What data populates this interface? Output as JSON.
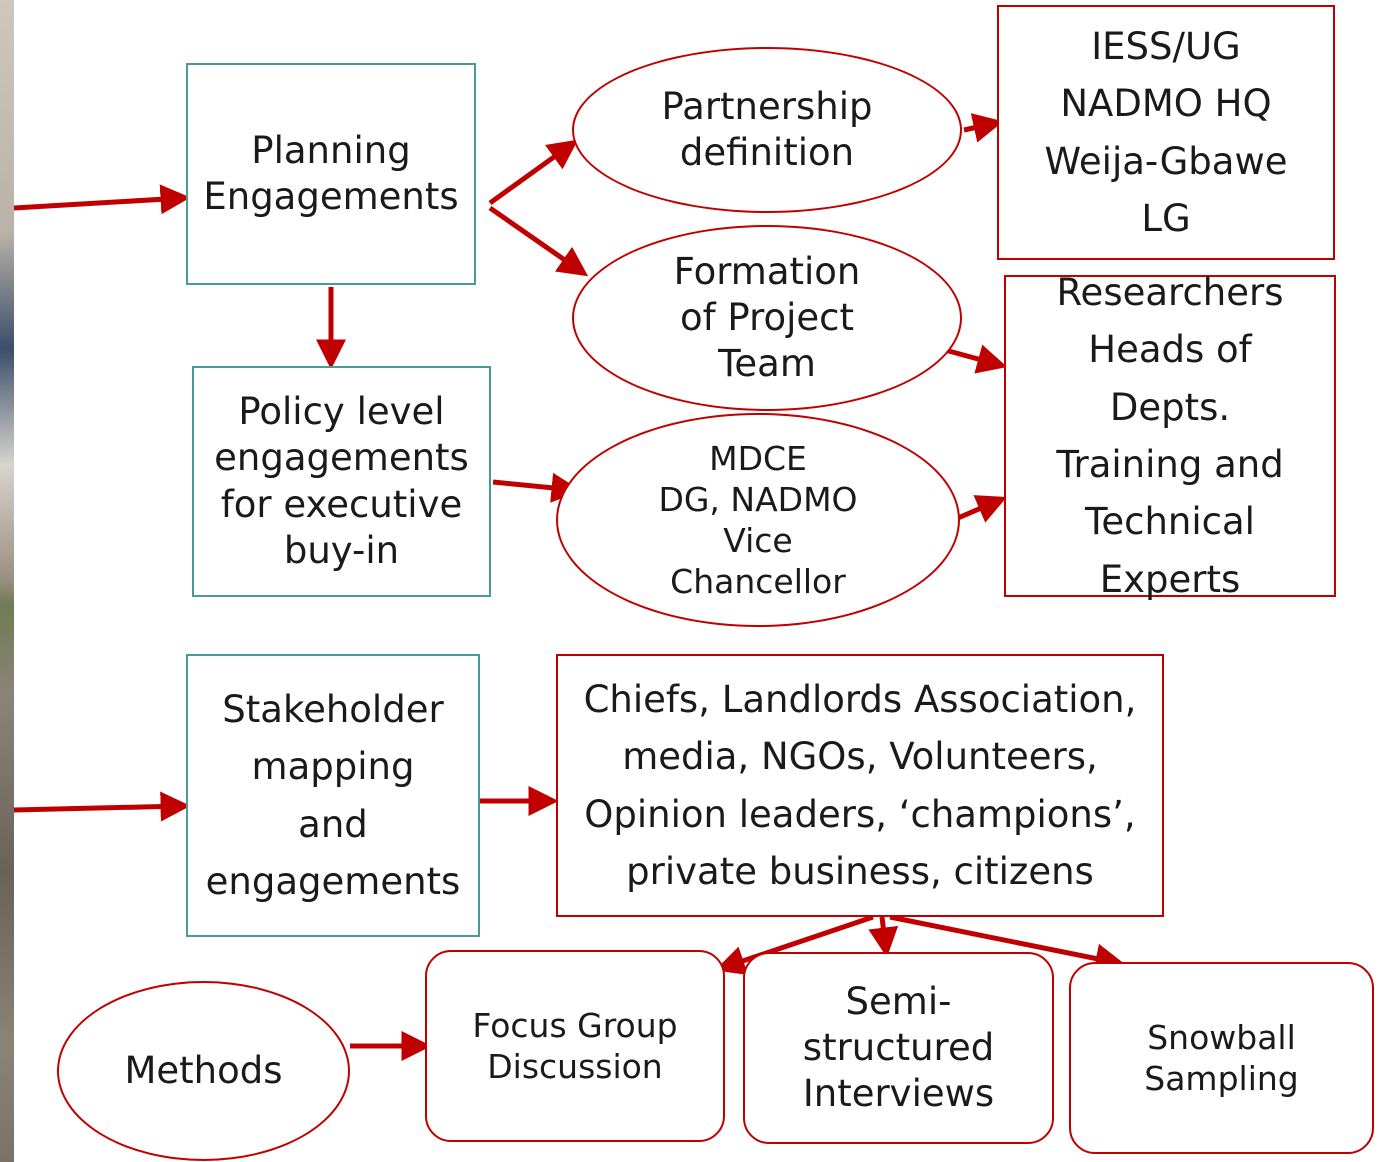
{
  "colors": {
    "arrow": "#c00000",
    "teal_border": "#4a9a9a",
    "red_border": "#c00000"
  },
  "nodes": {
    "planning": "Planning\nEngagements",
    "policy": "Policy level\nengagements\nfor executive\nbuy-in",
    "partnership": "Partnership\ndefinition",
    "formation": "Formation\nof Project\nTeam",
    "officials": "MDCE\nDG, NADMO\nVice\nChancellor",
    "iess": "IESS/UG\nNADMO HQ\nWeija-Gbawe\nLG",
    "researchers": "Researchers\nHeads of\nDepts.\nTraining and\nTechnical\nExperts",
    "stakeholder": "Stakeholder\nmapping\nand\nengagements",
    "groups": "Chiefs, Landlords Association,\nmedia, NGOs, Volunteers,\nOpinion leaders, ‘champions’,\nprivate business,  citizens",
    "methods": "Methods",
    "fgd": "Focus Group\nDiscussion",
    "semi": "Semi-\nstructured\nInterviews",
    "snowball": "Snowball\nSampling"
  }
}
